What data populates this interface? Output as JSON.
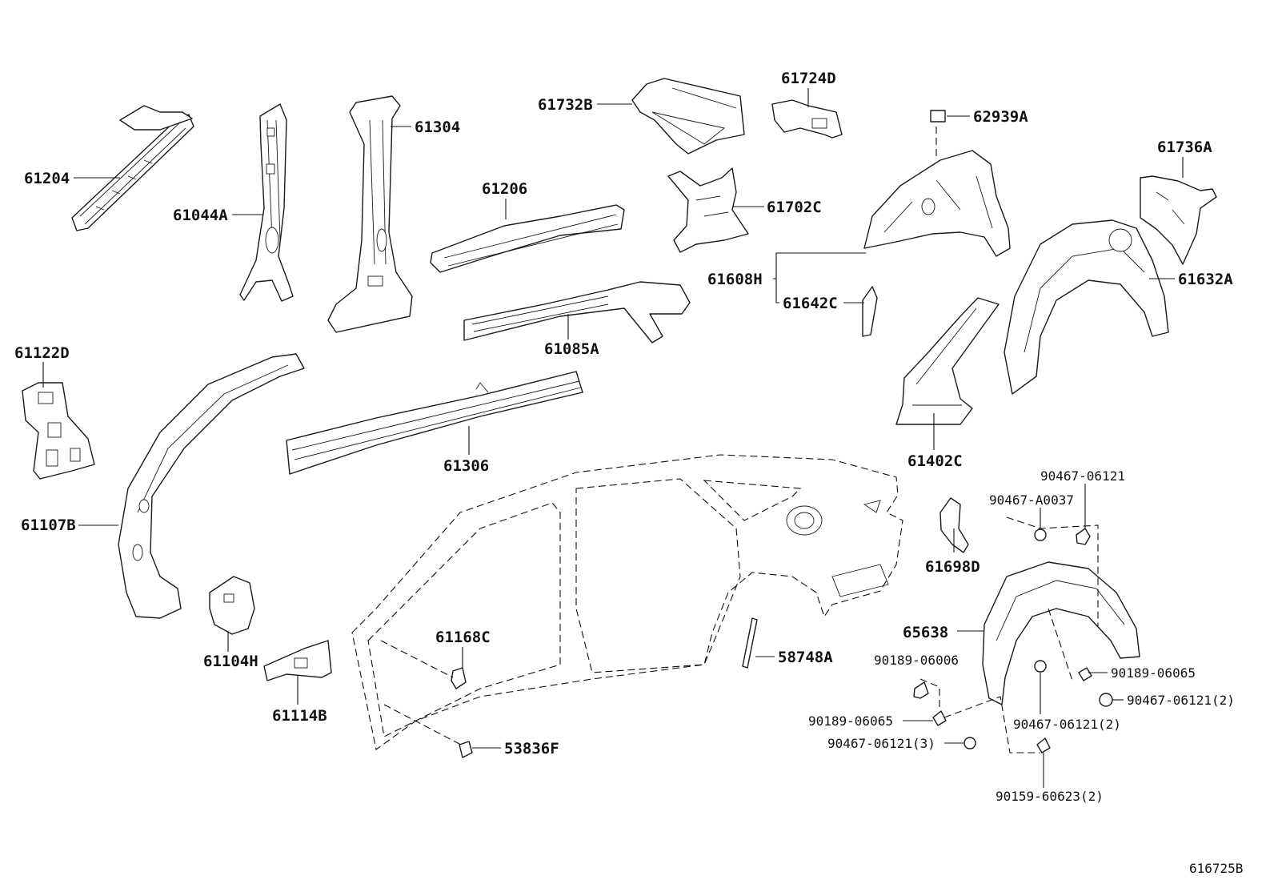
{
  "diagram_id": "616725B",
  "part_labels": {
    "p61204": "61204",
    "p61044A": "61044A",
    "p61304": "61304",
    "p61732B": "61732B",
    "p61724D": "61724D",
    "p62939A": "62939A",
    "p61736A": "61736A",
    "p61206": "61206",
    "p61702C": "61702C",
    "p61608H": "61608H",
    "p61642C": "61642C",
    "p61632A": "61632A",
    "p61085A": "61085A",
    "p61122D": "61122D",
    "p61306": "61306",
    "p61402C": "61402C",
    "p61107B": "61107B",
    "p90467_06121_top": "90467-06121",
    "p90467_A0037": "90467-A0037",
    "p61698D": "61698D",
    "p61168C": "61168C",
    "p65638": "65638",
    "p58748A": "58748A",
    "p90189_06006": "90189-06006",
    "p90189_06065_r": "90189-06065",
    "p90467_06121_2r": "90467-06121(2)",
    "p61104H": "61104H",
    "p61114B": "61114B",
    "p90189_06065_l": "90189-06065",
    "p90467_06121_2c": "90467-06121(2)",
    "p90467_06121_3": "90467-06121(3)",
    "p53836F": "53836F",
    "p90159_60623": "90159-60623(2)"
  }
}
